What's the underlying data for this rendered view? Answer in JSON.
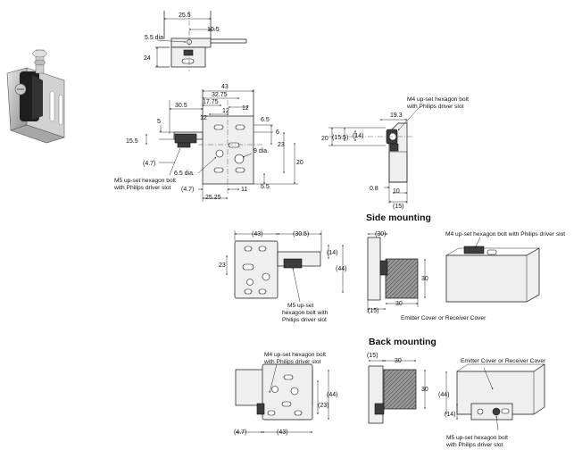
{
  "top_view": {
    "dims": [
      "25.5",
      "10.5",
      "5.5 dia.",
      "24"
    ]
  },
  "front_view": {
    "dims": [
      "43",
      "32.75",
      "17.75",
      "30.5",
      "12",
      "12",
      "12",
      "5",
      "6.5",
      "6",
      "23",
      "15.5",
      "20",
      "9 dia.",
      "(4.7)",
      "(4.7)",
      "6.5 dia.",
      "5.5",
      "25.25",
      "11"
    ],
    "note_m5": [
      "M5 up-set hexagon bolt",
      "with Philips driver slot"
    ]
  },
  "side_view": {
    "dims": [
      "19.3",
      "20",
      "(15.5)",
      "(14)",
      "0.8",
      "10",
      "(15)"
    ],
    "note_m4": [
      "M4 up-set hexagon bolt",
      "with Philips driver slot"
    ]
  },
  "side_mounting": {
    "title": "Side mounting",
    "dims": [
      "(43)",
      "(30.5)",
      "23",
      "(14)",
      "(44)",
      "(30)",
      "30",
      "(15)",
      "30"
    ],
    "note_m5": [
      "M5 up-set",
      "hexagon bolt with",
      "Philips driver slot"
    ],
    "note_m4": "M4 up-set hexagon bolt with Philips driver slot",
    "cover_label": "Emitter Cover or Receiver Cover"
  },
  "back_mounting": {
    "title": "Back mounting",
    "dims": [
      "(15)",
      "30",
      "30",
      "(44)",
      "(23)",
      "(4.7)",
      "(43)",
      "(44)",
      "(14)"
    ],
    "note_m4": [
      "M4 up-set hexagon bolt",
      "with Philips driver slot"
    ],
    "note_m5": [
      "M5 up-set hexagon bolt",
      "with Philips driver slot"
    ],
    "cover_label": "Emitter Cover or Receiver Cover"
  },
  "colors": {
    "plate": "#efefef",
    "dark_part": "#3c3c3c",
    "line": "#111111"
  }
}
